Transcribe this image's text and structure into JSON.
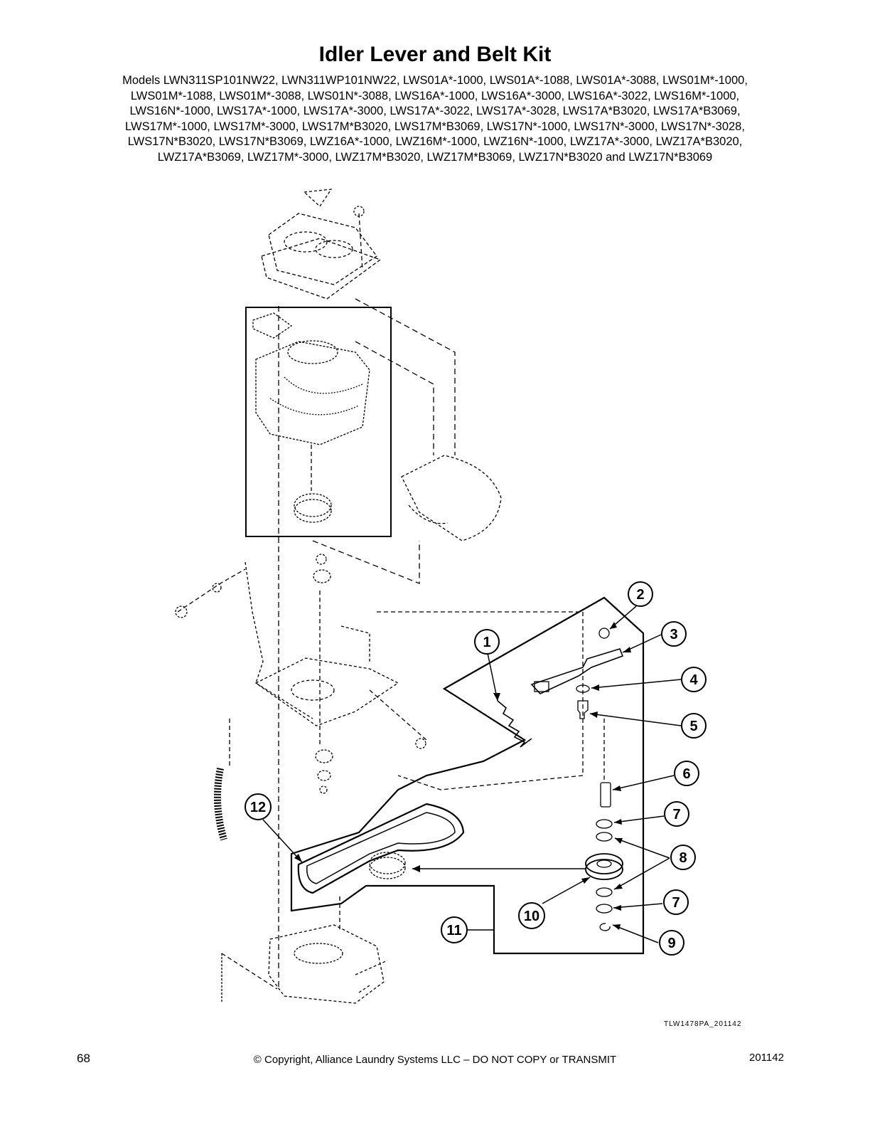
{
  "title": "Idler Lever and Belt Kit",
  "models_lines": [
    "Models LWN311SP101NW22, LWN311WP101NW22, LWS01A*-1000, LWS01A*-1088, LWS01A*-3088, LWS01M*-1000,",
    "LWS01M*-1088, LWS01M*-3088, LWS01N*-3088, LWS16A*-1000, LWS16A*-3000, LWS16A*-3022, LWS16M*-1000,",
    "LWS16N*-1000, LWS17A*-1000, LWS17A*-3000, LWS17A*-3022, LWS17A*-3028, LWS17A*B3020, LWS17A*B3069,",
    "LWS17M*-1000, LWS17M*-3000, LWS17M*B3020, LWS17M*B3069, LWS17N*-1000, LWS17N*-3000, LWS17N*-3028,",
    "LWS17N*B3020, LWS17N*B3069, LWZ16A*-1000, LWZ16M*-1000, LWZ16N*-1000, LWZ17A*-3000, LWZ17A*B3020,",
    "LWZ17A*B3069, LWZ17M*-3000, LWZ17M*B3020, LWZ17M*B3069, LWZ17N*B3020 and LWZ17N*B3069"
  ],
  "callouts": [
    "1",
    "2",
    "3",
    "4",
    "5",
    "6",
    "7",
    "8",
    "7",
    "9",
    "10",
    "11",
    "12"
  ],
  "figure_code": "TLW1478PA_201142",
  "footer": {
    "page_number": "68",
    "copyright": "© Copyright, Alliance Laundry Systems LLC – DO NOT COPY or TRANSMIT",
    "doc_number": "201142"
  }
}
